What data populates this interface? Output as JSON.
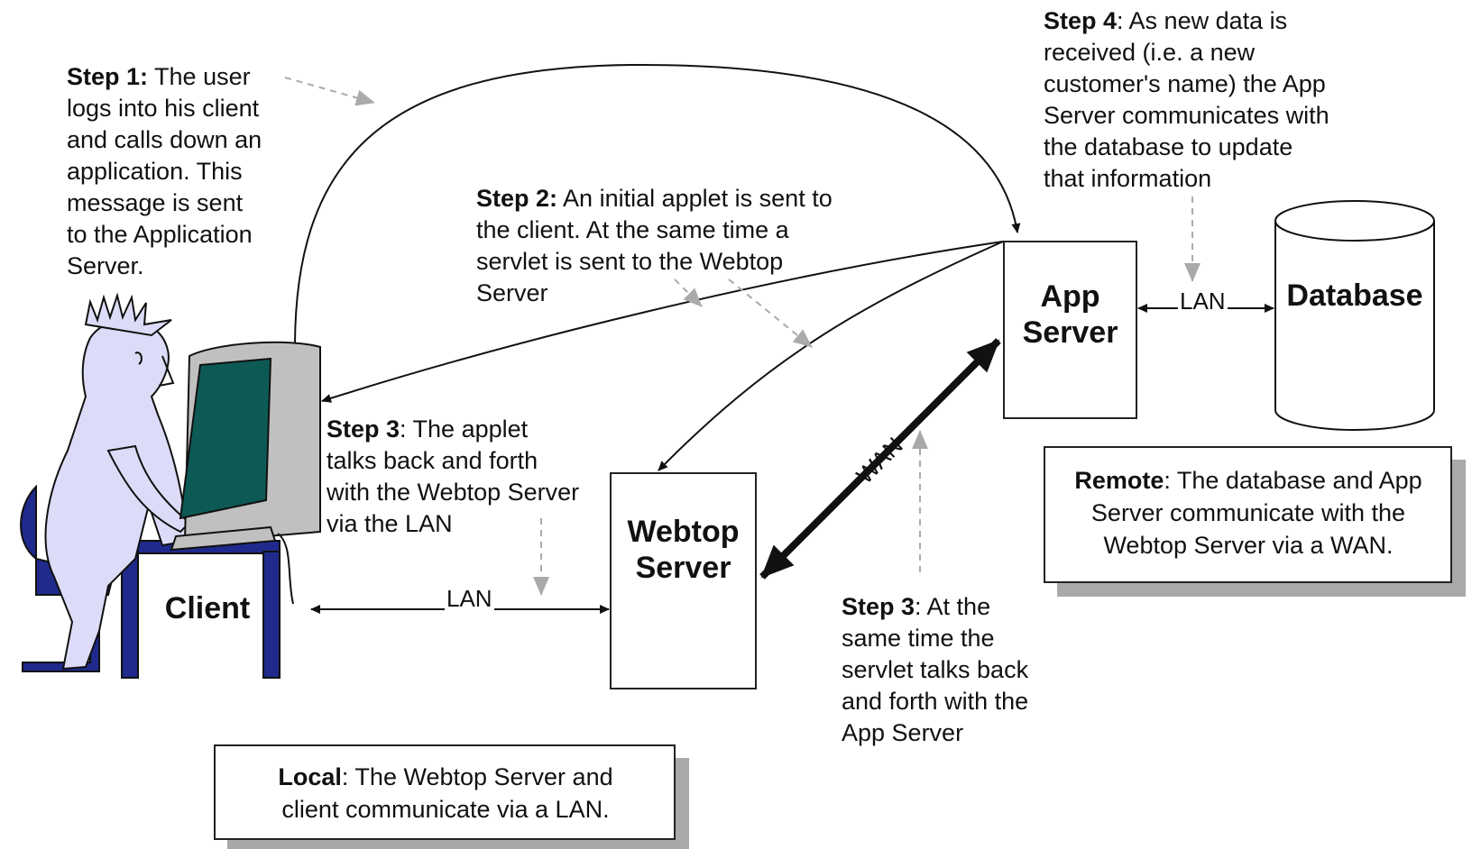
{
  "step1": {
    "label": "Step 1:",
    "text": " The user\nlogs into his client\nand calls down an\napplication. This\nmessage is sent\nto the Application\nServer."
  },
  "step2": {
    "label": "Step 2:",
    "text": " An initial applet is sent to\nthe client.  At the same time a\nservlet is sent to the Webtop\nServer"
  },
  "step3_client": {
    "label": "Step 3",
    "text": ": The applet\ntalks back and forth\nwith the Webtop Server\nvia the LAN"
  },
  "step3_servlet": {
    "label": "Step 3",
    "text": ": At the\nsame time the\nservlet talks back\nand forth with the\nApp Server"
  },
  "step4": {
    "label": "Step 4",
    "text": ": As new data is\nreceived (i.e. a new\ncustomer's name) the App\nServer communicates with\nthe database to update\nthat information"
  },
  "nodes": {
    "client": "Client",
    "webtop_server": "Webtop\nServer",
    "app_server": "App\nServer",
    "database": "Database"
  },
  "links": {
    "lan_client_webtop": "LAN",
    "lan_app_database": "LAN",
    "wan_webtop_app": "WAN"
  },
  "captions": {
    "local": {
      "label": "Local",
      "text": ": The Webtop Server and\nclient communicate via a LAN."
    },
    "remote": {
      "label": "Remote",
      "text": ": The database and App\nServer communicate with the\nWebtop Server via a WAN."
    }
  },
  "colors": {
    "figure_fill": "#dcdcf8",
    "chair_desk": "#1f2a8c",
    "monitor_screen": "#0d5a55",
    "monitor_body": "#c0c0c0",
    "pointer_gray": "#aaaaaa",
    "shadow": "#a9a9a9"
  }
}
